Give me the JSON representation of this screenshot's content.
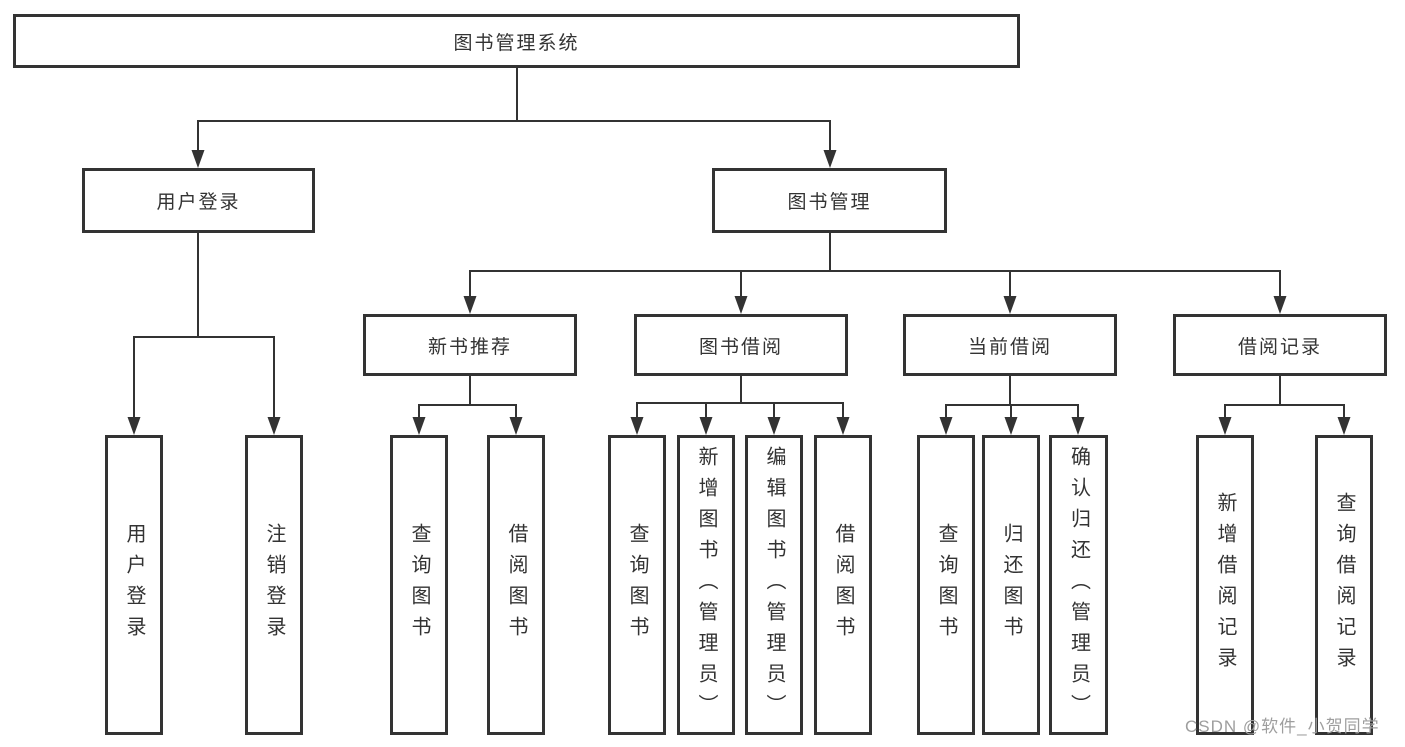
{
  "diagram": {
    "type": "hierarchy-tree",
    "root": {
      "label": "图书管理系统"
    },
    "branches": [
      {
        "label": "用户登录",
        "children": [
          {
            "label": "用户登录"
          },
          {
            "label": "注销登录"
          }
        ]
      },
      {
        "label": "图书管理",
        "children": [
          {
            "label": "新书推荐",
            "children": [
              {
                "label": "查询图书"
              },
              {
                "label": "借阅图书"
              }
            ]
          },
          {
            "label": "图书借阅",
            "children": [
              {
                "label": "查询图书"
              },
              {
                "label": "新增图书（管理员）"
              },
              {
                "label": "编辑图书（管理员）"
              },
              {
                "label": "借阅图书"
              }
            ]
          },
          {
            "label": "当前借阅",
            "children": [
              {
                "label": "查询图书"
              },
              {
                "label": "归还图书"
              },
              {
                "label": "确认归还（管理员）"
              }
            ]
          },
          {
            "label": "借阅记录",
            "children": [
              {
                "label": "新增借阅记录"
              },
              {
                "label": "查询借阅记录"
              }
            ]
          }
        ]
      }
    ]
  },
  "watermark": {
    "text": "CSDN @软件_小贺同学"
  },
  "colors": {
    "line": "#333333",
    "box_border": "#333333",
    "text": "#333333",
    "watermark": "#9e9e9e",
    "background": "#ffffff"
  }
}
